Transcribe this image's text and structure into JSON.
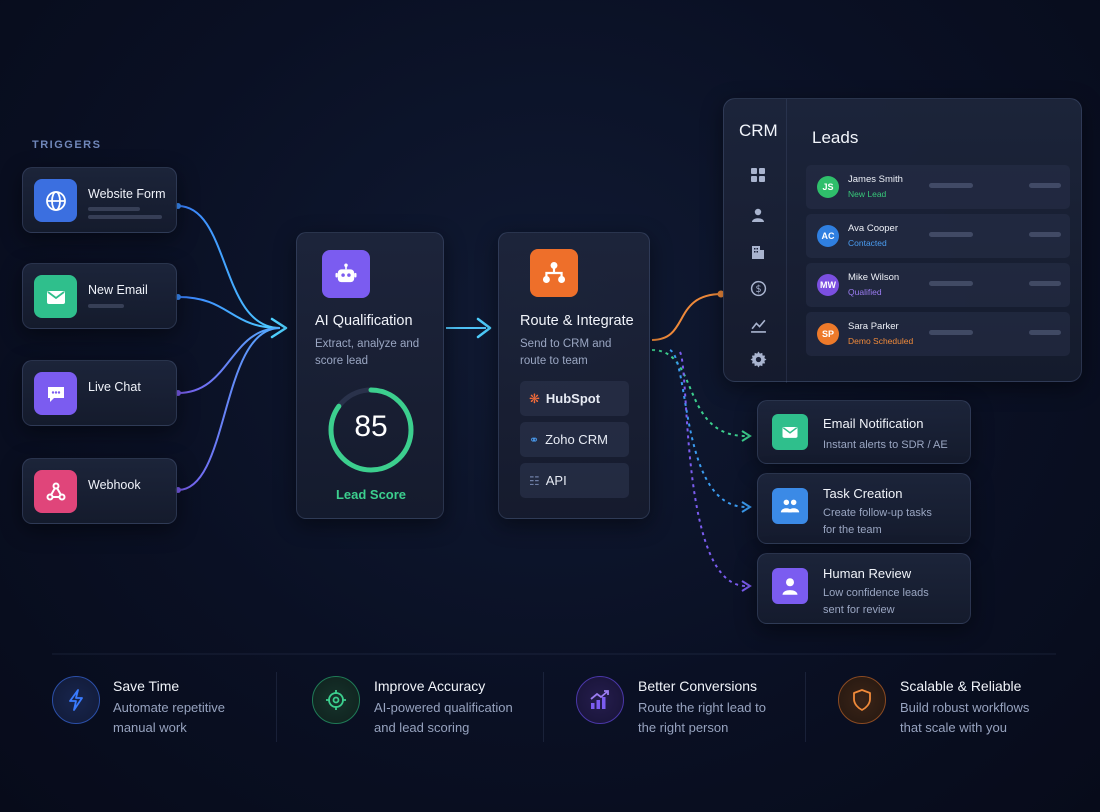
{
  "triggers": {
    "label": "TRIGGERS",
    "items": [
      {
        "label": "Website Form",
        "icon": "globe-icon",
        "color": "#3b6fe0"
      },
      {
        "label": "New Email",
        "icon": "mail-icon",
        "color": "#2fbf8c"
      },
      {
        "label": "Live Chat",
        "icon": "chat-icon",
        "color": "#7b5cf0"
      },
      {
        "label": "Webhook",
        "icon": "webhook-icon",
        "color": "#e0457a"
      }
    ]
  },
  "qualification": {
    "title": "AI Qualification",
    "subtitle_line1": "Extract, analyze and",
    "subtitle_line2": "score lead",
    "score": "85",
    "score_label": "Lead Score",
    "score_fraction": 0.85,
    "icon": "robot-icon"
  },
  "route": {
    "title": "Route & Integrate",
    "subtitle_line1": "Send to CRM and",
    "subtitle_line2": "route to team",
    "icon": "hierarchy-icon",
    "integrations": [
      "HubSpot",
      "Zoho CRM",
      "API"
    ]
  },
  "crm": {
    "title": "CRM",
    "leads_title": "Leads",
    "sidebar_icons": [
      "grid-icon",
      "user-icon",
      "building-icon",
      "dollar-icon",
      "chart-icon",
      "settings-icon"
    ],
    "leads": [
      {
        "initials": "JS",
        "name": "James Smith",
        "status": "New Lead",
        "avatar_color": "#2fbf6b",
        "status_color": "#38c97a"
      },
      {
        "initials": "AC",
        "name": "Ava Cooper",
        "status": "Contacted",
        "avatar_color": "#2f7fe0",
        "status_color": "#4a9cf0"
      },
      {
        "initials": "MW",
        "name": "Mike Wilson",
        "status": "Qualified",
        "avatar_color": "#7b4fe0",
        "status_color": "#9b7cf2"
      },
      {
        "initials": "SP",
        "name": "Sara Parker",
        "status": "Demo Scheduled",
        "avatar_color": "#ee7a2a",
        "status_color": "#f08a3a"
      }
    ]
  },
  "actions": [
    {
      "title": "Email Notification",
      "desc_line1": "Instant alerts to SDR / AE",
      "desc_line2": "",
      "icon": "mail-icon",
      "color": "#2fbf8c"
    },
    {
      "title": "Task Creation",
      "desc_line1": "Create follow-up tasks",
      "desc_line2": "for the team",
      "icon": "team-icon",
      "color": "#3b8ae6"
    },
    {
      "title": "Human Review",
      "desc_line1": "Low confidence leads",
      "desc_line2": "sent for review",
      "icon": "person-icon",
      "color": "#7b5cf0"
    }
  ],
  "benefits": [
    {
      "title": "Save Time",
      "line1": "Automate repetitive",
      "line2": "manual work",
      "icon": "lightning-icon",
      "color": "#3b6fe0"
    },
    {
      "title": "Improve Accuracy",
      "line1": "AI-powered qualification",
      "line2": "and lead scoring",
      "icon": "target-icon",
      "color": "#2fbf8c"
    },
    {
      "title": "Better Conversions",
      "line1": "Route the right lead to",
      "line2": "the right person",
      "icon": "growth-icon",
      "color": "#7b5cf0"
    },
    {
      "title": "Scalable & Reliable",
      "line1": "Build robust workflows",
      "line2": "that scale with you",
      "icon": "shield-icon",
      "color": "#ee7a2a"
    }
  ],
  "colors": {
    "blue": "#3aa0ff",
    "cyan": "#4fc3f7",
    "green": "#3ccf8e",
    "orange": "#f08a3a",
    "purple": "#7b5cf0"
  }
}
